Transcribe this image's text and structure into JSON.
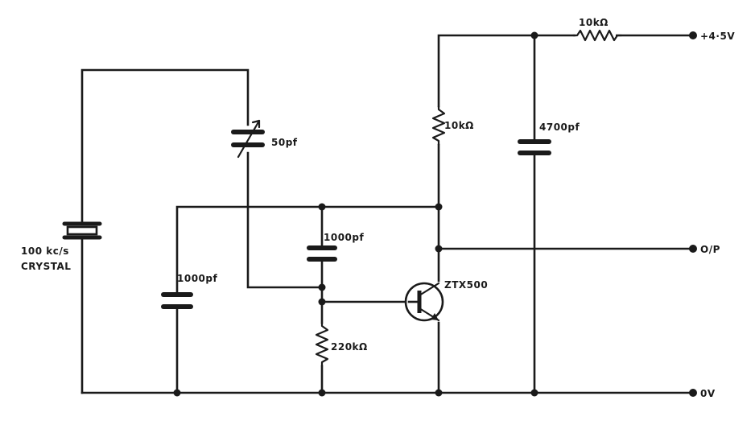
{
  "labels": {
    "crystal_line1": "100 kc/s",
    "crystal_line2": "CRYSTAL",
    "trimmer_cap": "50pf",
    "coupling_cap": "1000pf",
    "left_cap": "1000pf",
    "base_resistor": "220kΩ",
    "transistor": "ZTX500",
    "collector_resistor": "10kΩ",
    "decoupling_cap": "4700pf",
    "supply_resistor": "10kΩ",
    "supply_terminal": "+4·5V",
    "output_terminal": "O/P",
    "ground_terminal": "0V"
  }
}
